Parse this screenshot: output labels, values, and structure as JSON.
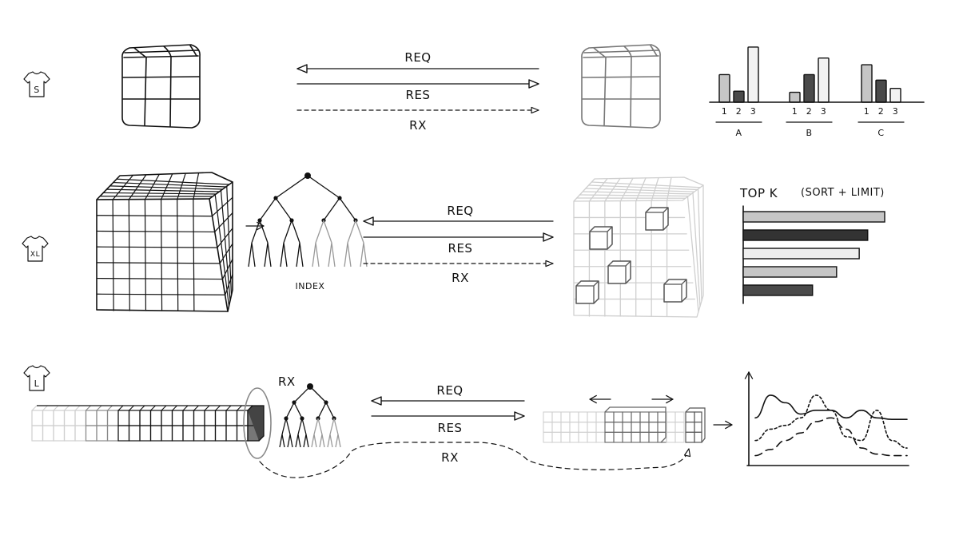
{
  "rows": [
    {
      "size_label": "S",
      "arrows": {
        "request": "REQ",
        "response": "RES",
        "transfer": "RX"
      }
    },
    {
      "size_label": "XL",
      "index_label": "INDEX",
      "arrows": {
        "request": "REQ",
        "response": "RES",
        "transfer": "RX"
      },
      "topk": {
        "title": "TOP K",
        "subtitle": "(SORT + LIMIT)"
      }
    },
    {
      "size_label": "L",
      "tree_label": "RX",
      "arrows": {
        "request": "REQ",
        "response": "RES",
        "transfer": "RX"
      }
    }
  ],
  "chart_data": [
    {
      "type": "bar",
      "title": "",
      "groups": [
        "A",
        "B",
        "C"
      ],
      "categories": [
        "1",
        "2",
        "3"
      ],
      "series": [
        {
          "values": [
            5,
            2,
            10
          ]
        },
        {
          "values": [
            1.8,
            5,
            8
          ]
        },
        {
          "values": [
            6.8,
            4,
            2.5
          ]
        }
      ],
      "colors": [
        "#c6c6c6",
        "#4a4a4a",
        "#f2f2f2"
      ],
      "ylim": [
        0,
        11
      ]
    },
    {
      "type": "bar",
      "orientation": "horizontal",
      "title": "TOP K",
      "subtitle": "(SORT + LIMIT)",
      "values": [
        100,
        88,
        82,
        66,
        49
      ],
      "colors": [
        "#c6c6c6",
        "#333333",
        "#eeeeee",
        "#c6c6c6",
        "#4a4a4a"
      ],
      "xlim": [
        0,
        100
      ]
    },
    {
      "type": "line",
      "title": "",
      "x": [
        0,
        1,
        2,
        3,
        4,
        5,
        6,
        7,
        8,
        9,
        10
      ],
      "series": [
        {
          "style": "solid",
          "values": [
            6,
            9,
            8,
            6.5,
            7,
            7,
            6,
            7,
            6,
            5.8,
            5.8
          ]
        },
        {
          "style": "dotted",
          "values": [
            3,
            4.5,
            5,
            6,
            9,
            7,
            3.5,
            3,
            7,
            3,
            2
          ]
        },
        {
          "style": "dashed",
          "values": [
            1,
            1.8,
            3,
            4,
            5.5,
            6,
            4.5,
            2,
            1.2,
            1,
            1
          ]
        }
      ],
      "ylim": [
        0,
        11
      ]
    }
  ]
}
